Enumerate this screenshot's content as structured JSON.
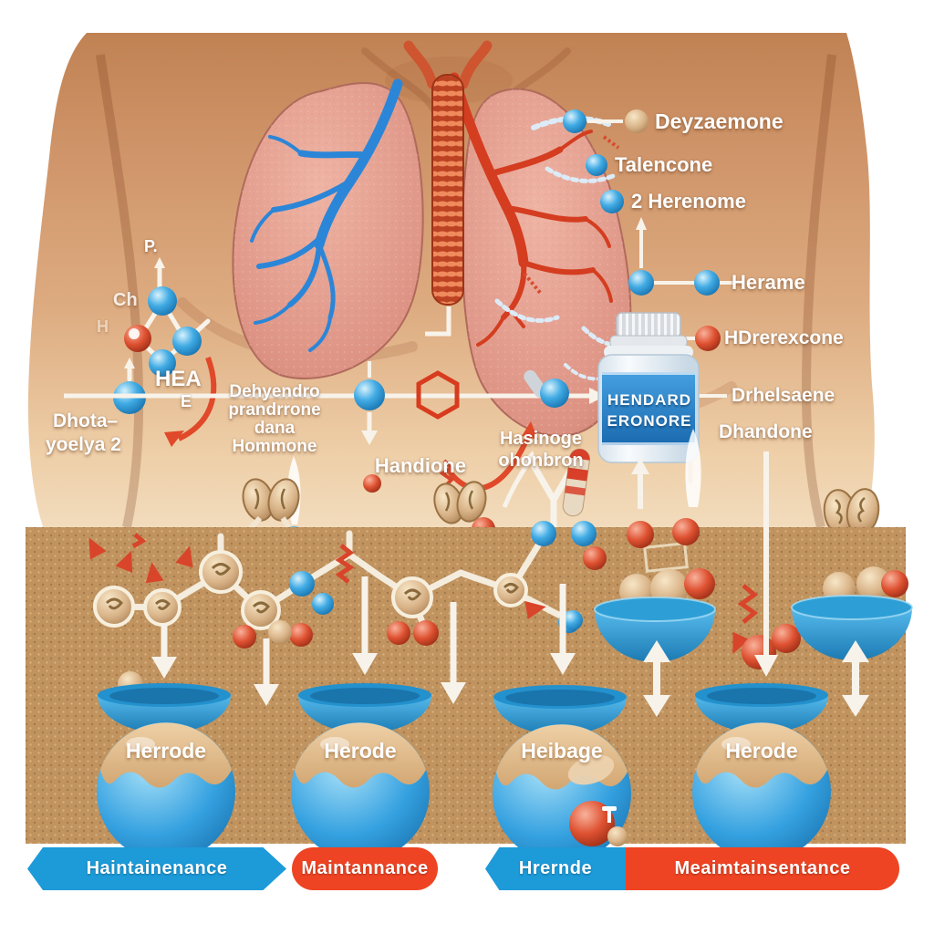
{
  "scene": "hormone-anatomy-diagram",
  "labels": {
    "p": "P.",
    "ch": "Ch",
    "h": "H",
    "hea": "HEA",
    "e": "E",
    "dhota1": "Dhota–",
    "dhota2": "yoelya 2",
    "deyzaemone": "Deyzaemone",
    "talencone": "Talencone",
    "herenome": "2 Herenome",
    "herame": "Herame",
    "hdrerexcone": "HDrerexcone",
    "drhelsaene": "Drhelsaene",
    "dhandone": "Dhandone",
    "dehy1": "Dehyendro",
    "dehy2": "prandrrone",
    "dehy3": "dana",
    "dehy4": "Hommone",
    "handione": "Handione",
    "hasinoge1": "Hasinoge",
    "hasinoge2": "ohonbron"
  },
  "bottle": {
    "line1": "HENDARD",
    "line2": "ERONORE"
  },
  "spheres": [
    {
      "label": "Herrode"
    },
    {
      "label": "Herode"
    },
    {
      "label": "Heibage"
    },
    {
      "label": "Herode"
    }
  ],
  "banner": {
    "segments": [
      {
        "label": "Haintainenance",
        "color": "#1d9ad8"
      },
      {
        "label": "Maintannance",
        "color": "#ee4423"
      },
      {
        "label": "Hrernde",
        "color": "#1d9ad8"
      },
      {
        "label": "Meaimtainsentance",
        "color": "#ee4423"
      }
    ]
  },
  "colors": {
    "skin": "#d49a6f",
    "band": "#c0935f",
    "lungPink": "#e2998b",
    "sphereBlue": "#2f9fde",
    "sphereRed": "#d8452a",
    "sphereBeige": "#d9b388",
    "bowlBlue": "#2391cd",
    "bannerBlue": "#1d9ad8",
    "bannerRed": "#ee4423",
    "bottleLabelBlue": "#2e8fd4",
    "trachea": "#c44a26",
    "white": "#ffffff"
  }
}
